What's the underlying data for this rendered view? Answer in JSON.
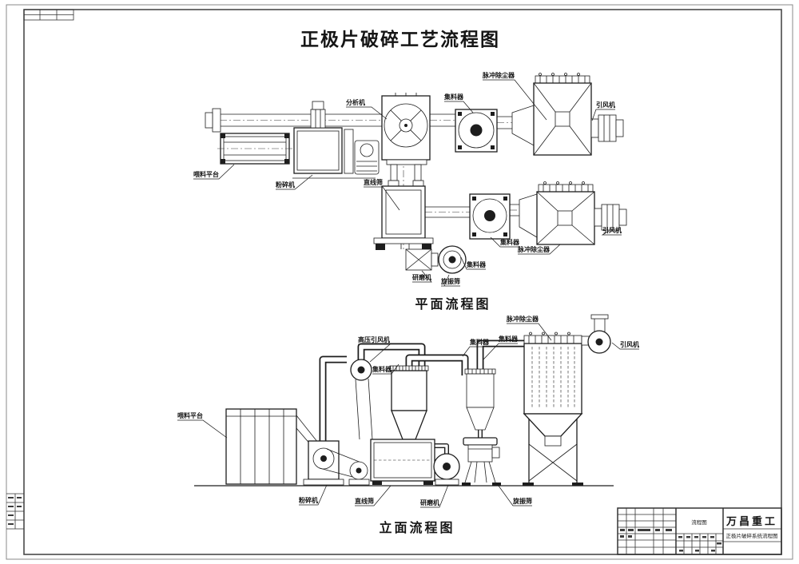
{
  "drawing": {
    "main_title": "正极片破碎工艺流程图",
    "plan_section_title": "平面流程图",
    "elevation_section_title": "立面流程图"
  },
  "labels": {
    "analyzer": "分析机",
    "collector": "集料器",
    "pulse_dust_collector": "脉冲除尘器",
    "induced_draft_fan": "引风机",
    "high_pressure_induced_draft_fan": "高压引风机",
    "feeding_platform": "喂料平台",
    "crusher": "粉碎机",
    "linear_screen": "直线筛",
    "grinder": "研磨机",
    "rotary_vibrating_screen": "旋振筛"
  },
  "title_block": {
    "company": "万昌重工",
    "drawing_title": "正极片破碎系统流程图",
    "stamp": "流程图"
  }
}
